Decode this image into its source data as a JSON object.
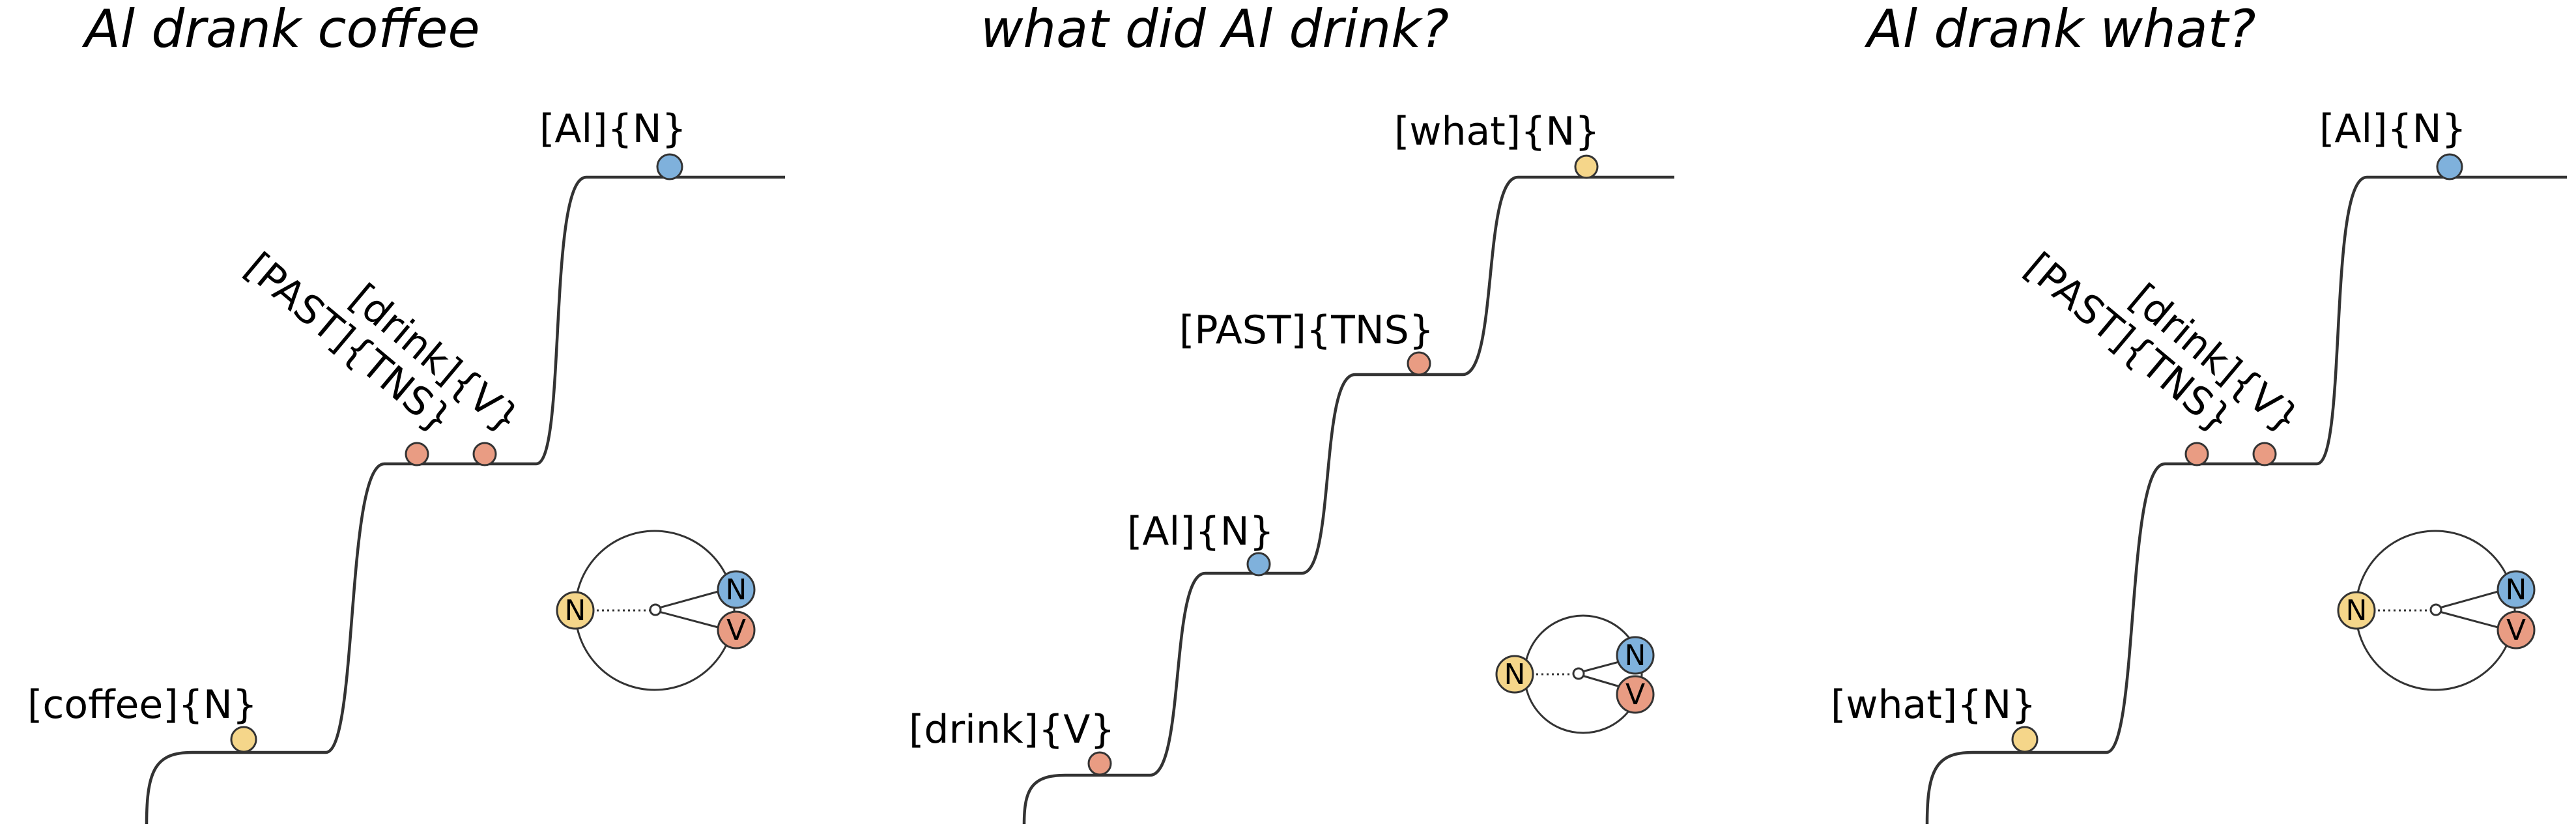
{
  "colors": {
    "n_blue": "#7fb1dc",
    "v_orange": "#e99c83",
    "wh_yellow": "#f5d68a",
    "past_orange": "#e99c83"
  },
  "panels": [
    {
      "title": "Al drank coffee",
      "labels": {
        "top": "[Al]{N}",
        "mid1": "[PAST]{TNS}",
        "mid2": "[drink]{V}",
        "bottom": "[coffee]{N}"
      },
      "diagram": {
        "left": "N",
        "right_top": "N",
        "right_bottom": "V"
      }
    },
    {
      "title": "what did Al drink?",
      "labels": {
        "top": "[what]{N}",
        "step3": "[PAST]{TNS}",
        "step2": "[Al]{N}",
        "bottom": "[drink]{V}"
      },
      "diagram": {
        "left": "N",
        "right_top": "N",
        "right_bottom": "V"
      }
    },
    {
      "title": "Al drank what?",
      "labels": {
        "top": "[Al]{N}",
        "mid1": "[PAST]{TNS}",
        "mid2": "[drink]{V}",
        "bottom": "[what]{N}"
      },
      "diagram": {
        "left": "N",
        "right_top": "N",
        "right_bottom": "V"
      }
    }
  ]
}
